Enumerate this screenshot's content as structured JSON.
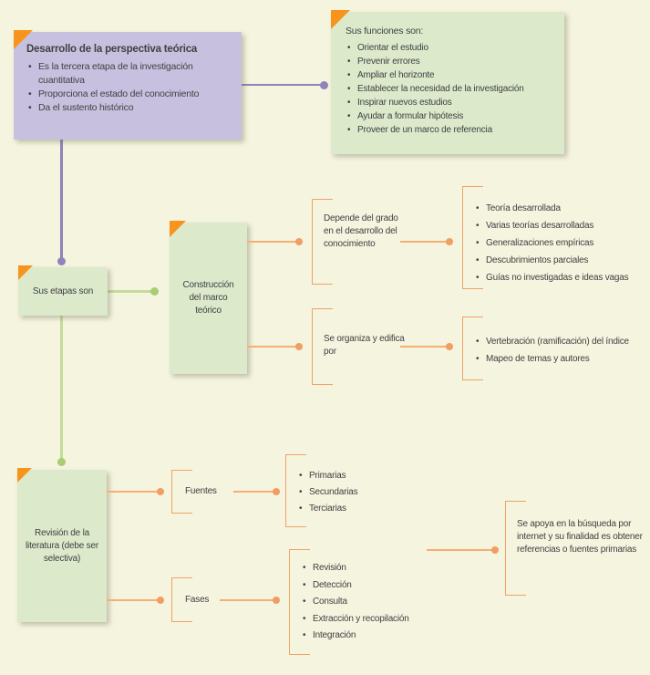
{
  "diagram": {
    "intro": {
      "title": "Desarrollo de la perspectiva teórica",
      "bullets": [
        "Es la tercera etapa de la investigación cuantitativa",
        "Proporciona el estado del conocimiento",
        "Da el sustento histórico"
      ]
    },
    "funciones": {
      "title": "Sus funciones son:",
      "bullets": [
        "Orientar el estudio",
        "Prevenir errores",
        "Ampliar el horizonte",
        "Establecer la necesidad de la investigación",
        "Inspirar nuevos estudios",
        "Ayudar a formular hipótesis",
        "Proveer de un marco de referencia"
      ]
    },
    "etapas_label": "Sus etapas son",
    "marco_label": "Construcción del marco teórico",
    "revision_label": "Revisión de la literatura (debe ser selectiva)",
    "depende_label": "Depende del grado en el desarrollo del conocimiento",
    "depende_items": [
      "Teoría desarrollada",
      "Varias teorías desarrolladas",
      "Generalizaciones empíricas",
      "Descubrimientos parciales",
      "Guías no investigadas e ideas vagas"
    ],
    "organiza_label": "Se organiza y edifica por",
    "organiza_items": [
      "Vertebración (ramificación) del índice",
      "Mapeo de temas y autores"
    ],
    "fuentes_label": "Fuentes",
    "fuentes_items": [
      "Primarias",
      "Secundarias",
      "Terciarias"
    ],
    "fases_label": "Fases",
    "fases_items": [
      "Revisión",
      "Detección",
      "Consulta",
      "Extracción y recopilación",
      "Integración"
    ],
    "apoya_note": "Se apoya en la búsqueda por internet y su finalidad es obtener referencias o fuentes primarias"
  },
  "colors": {
    "background": "#f5f4df",
    "purple_box": "#c7c1df",
    "purple_line": "#8d84ba",
    "green_box": "#dce9cb",
    "green_line": "#c3db9b",
    "green_dot": "#a9cd74",
    "orange_corner": "#f6941e",
    "orange_line": "#f6ae74",
    "orange_dot": "#f19e62",
    "text": "#414042"
  }
}
